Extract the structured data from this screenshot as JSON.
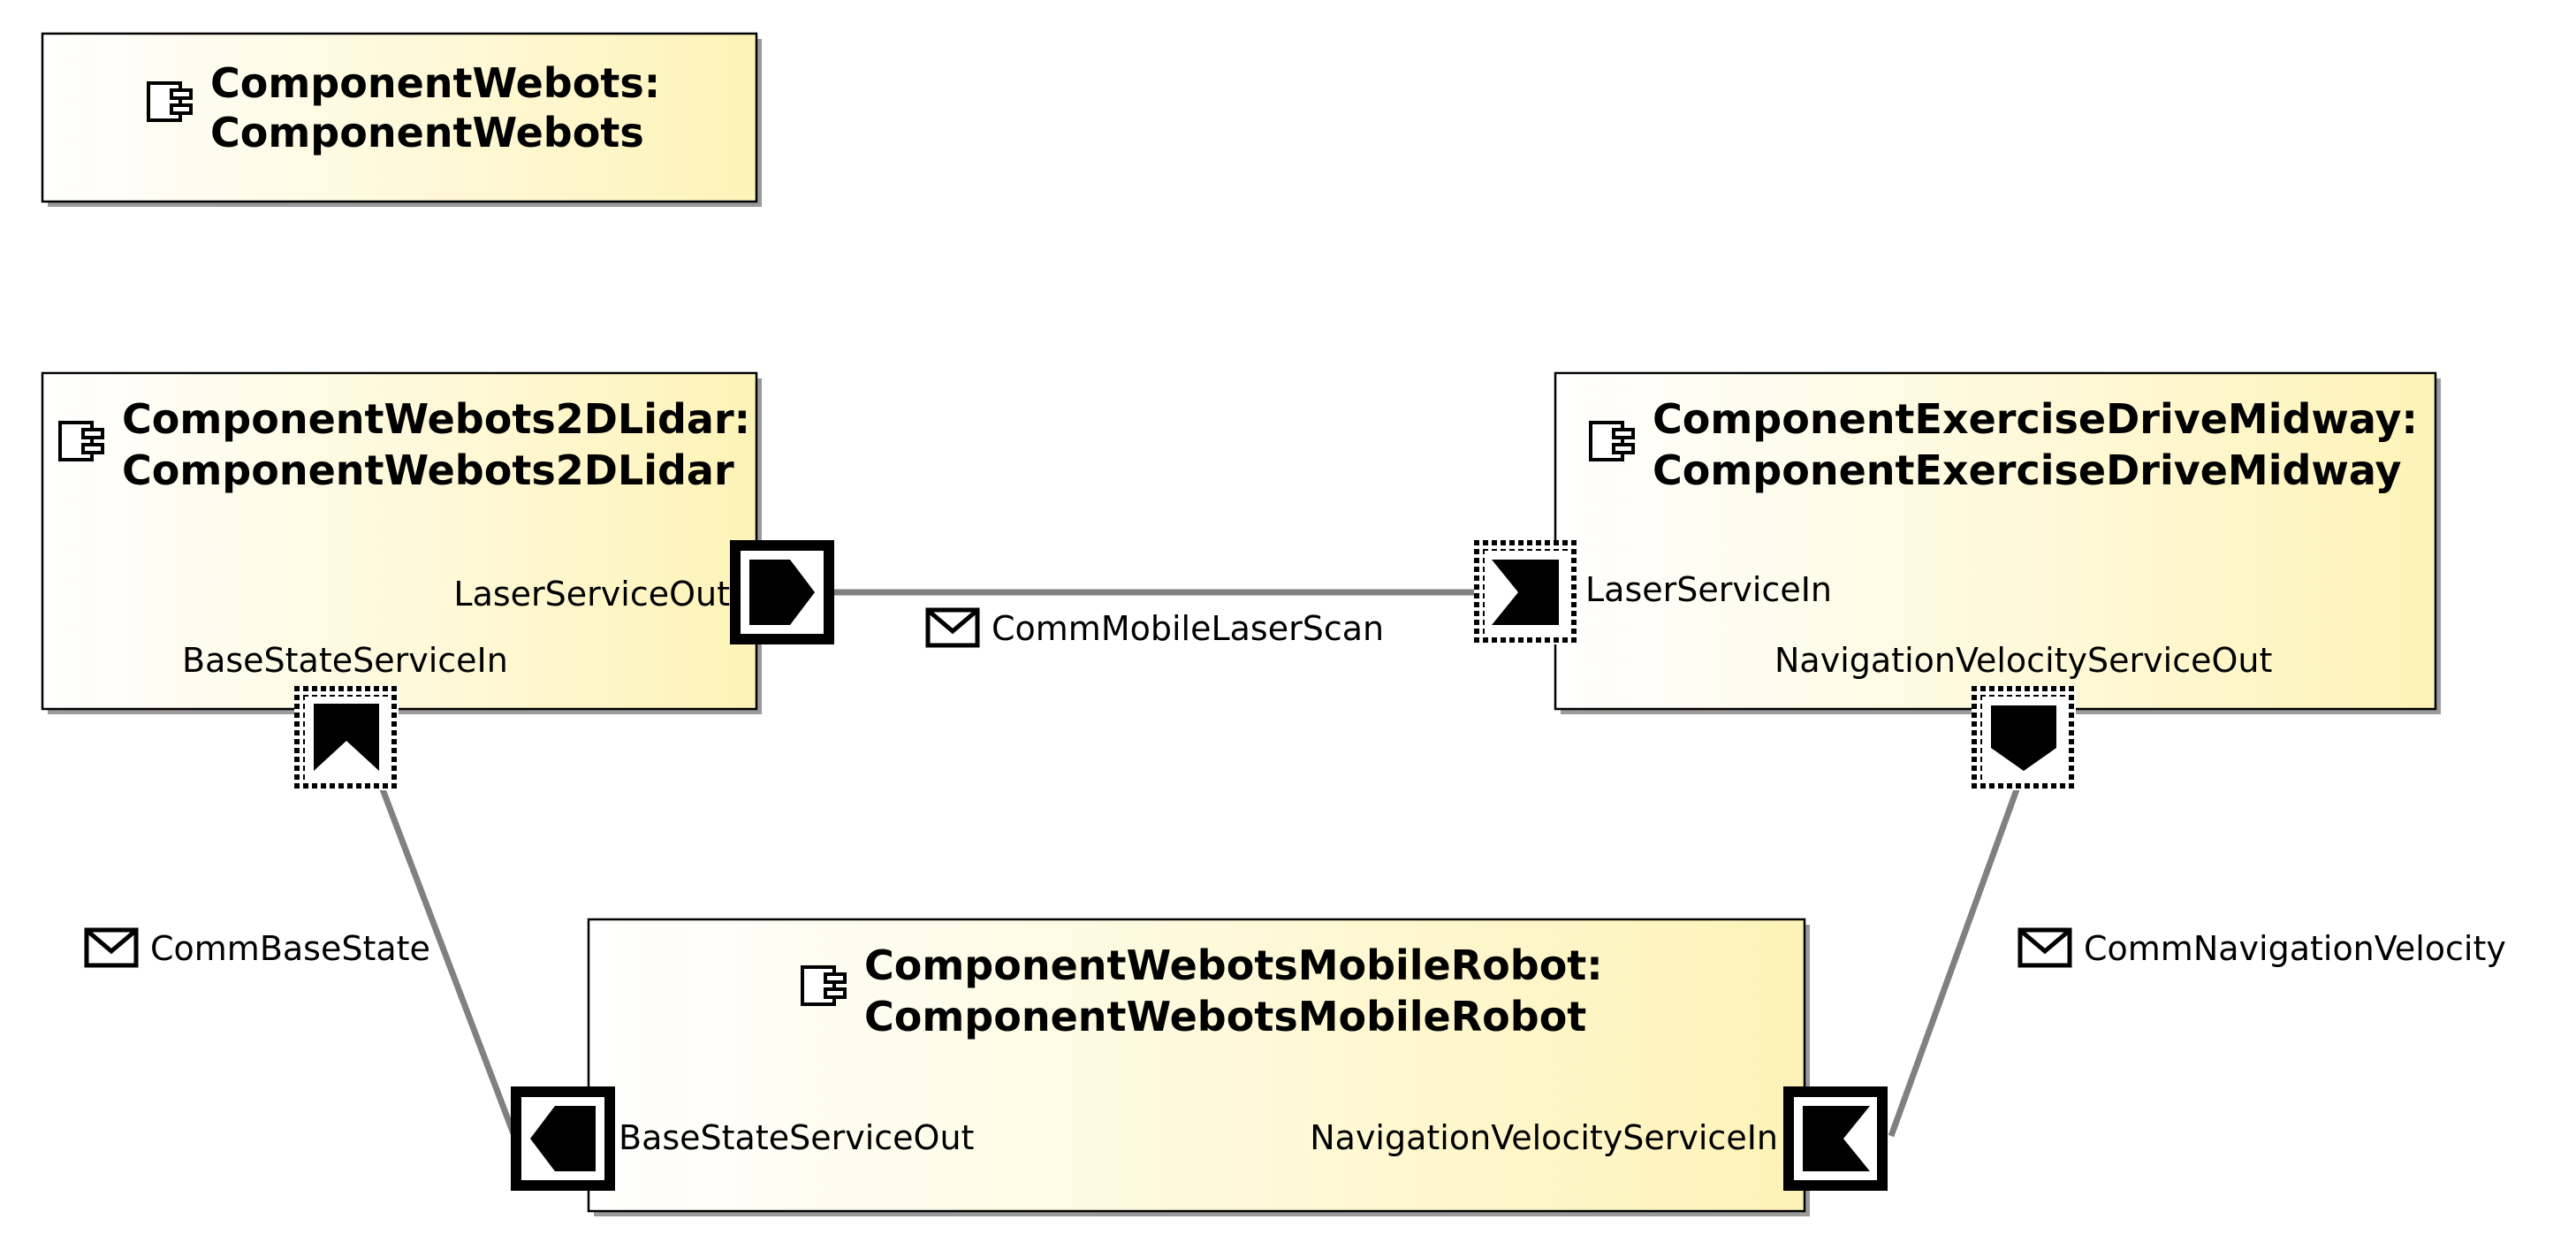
{
  "components": {
    "webots": {
      "name": "ComponentWebots:",
      "type": "ComponentWebots"
    },
    "lidar": {
      "name": "ComponentWebots2DLidar:",
      "type": "ComponentWebots2DLidar"
    },
    "drive": {
      "name": "ComponentExerciseDriveMidway:",
      "type": "ComponentExerciseDriveMidway"
    },
    "robot": {
      "name": "ComponentWebotsMobileRobot:",
      "type": "ComponentWebotsMobileRobot"
    }
  },
  "ports": {
    "laser_out": "LaserServiceOut",
    "laser_in": "LaserServiceIn",
    "base_state_in": "BaseStateServiceIn",
    "base_state_out": "BaseStateServiceOut",
    "nav_vel_out": "NavigationVelocityServiceOut",
    "nav_vel_in": "NavigationVelocityServiceIn"
  },
  "connections": {
    "laser": "CommMobileLaserScan",
    "base_state": "CommBaseState",
    "nav_vel": "CommNavigationVelocity"
  },
  "colors": {
    "box_fill_start": "#ffffff",
    "box_fill_end": "#fdf3b8",
    "connector": "#808080"
  }
}
